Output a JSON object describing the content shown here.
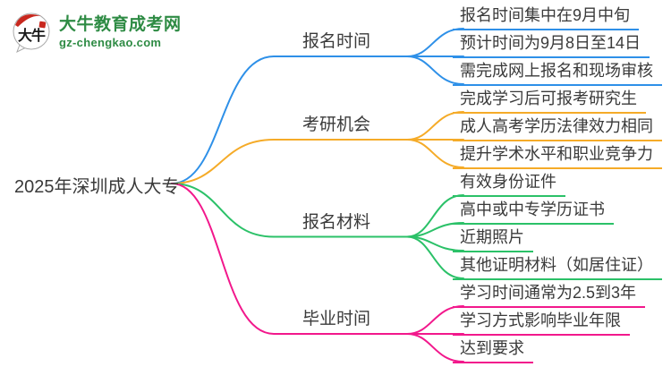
{
  "logo": {
    "icon_text": "大牛",
    "site_name": "大牛教育成考网",
    "site_url": "gz-chengkao.com",
    "brand_green": "#2E8B44",
    "icon_red": "#C8281E"
  },
  "mindmap": {
    "root": {
      "label": "2025年深圳成人大专"
    },
    "text_color": "#3a3a3a",
    "branches": [
      {
        "label": "报名时间",
        "color": "#2E90E8",
        "items": [
          "报名时间集中在9月中旬",
          "预计时间为9月8日至14日",
          "需完成网上报名和现场审核"
        ]
      },
      {
        "label": "考研机会",
        "color": "#F5AB28",
        "items": [
          "完成学习后可报考研究生",
          "成人高考学历法律效力相同",
          "提升学术水平和职业竞争力"
        ]
      },
      {
        "label": "报名材料",
        "color": "#2BC168",
        "items": [
          "有效身份证件",
          "高中或中专学历证书",
          "近期照片",
          "其他证明材料（如居住证）"
        ]
      },
      {
        "label": "毕业时间",
        "color": "#F2188C",
        "items": [
          "学习时间通常为2.5到3年",
          "学习方式影响毕业年限",
          "达到要求"
        ]
      }
    ]
  }
}
